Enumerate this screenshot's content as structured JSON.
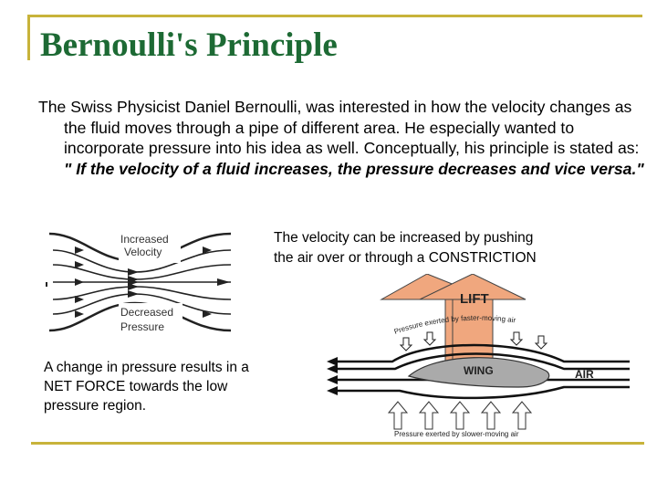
{
  "title": "Bernoulli's Principle",
  "intro": {
    "text": "The Swiss Physicist Daniel Bernoulli, was interested in how the velocity changes as the fluid moves through a pipe of different area. He especially wanted to incorporate pressure into his idea as well. Conceptually, his principle is stated as: ",
    "emphasis": "\" If the velocity of a fluid increases, the pressure decreases and vice versa.\""
  },
  "figure_flow": {
    "label_top_1": "Increased",
    "label_top_2": "Velocity",
    "label_bottom_1": "Decreased",
    "label_bottom_2": "Pressure"
  },
  "caption_right": {
    "line1": "The velocity can be increased by pushing",
    "line2": "the air over or through a CONSTRICTION"
  },
  "caption_left": {
    "line1": "A change in pressure results in a",
    "line2": "NET FORCE towards the low",
    "line3": "pressure region."
  },
  "figure_wing": {
    "lift": "LIFT",
    "wing": "WING",
    "air": "AIR",
    "top_text": "Pressure exerted by faster-moving air",
    "bottom_text": "Pressure exerted by slower-moving air"
  },
  "colors": {
    "title": "#1d6a34",
    "frame": "#c8b33a",
    "lift_arrow": "#f0a77e",
    "wing": "#aaaaaa"
  }
}
